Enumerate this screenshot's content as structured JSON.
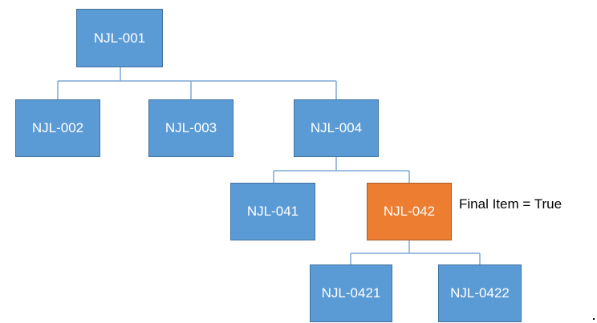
{
  "diagram": {
    "type": "tree",
    "colors": {
      "node_fill": "#5b9bd5",
      "node_border": "#41719c",
      "highlight_fill": "#ed7d31",
      "highlight_border": "#ae5a21",
      "connector": "#7fa9d6",
      "node_text": "#ffffff"
    },
    "nodes": [
      {
        "id": "n001",
        "label": "NJL-001",
        "parent": null,
        "highlighted": false
      },
      {
        "id": "n002",
        "label": "NJL-002",
        "parent": "n001",
        "highlighted": false
      },
      {
        "id": "n003",
        "label": "NJL-003",
        "parent": "n001",
        "highlighted": false
      },
      {
        "id": "n004",
        "label": "NJL-004",
        "parent": "n001",
        "highlighted": false
      },
      {
        "id": "n041",
        "label": "NJL-041",
        "parent": "n004",
        "highlighted": false
      },
      {
        "id": "n042",
        "label": "NJL-042",
        "parent": "n004",
        "highlighted": true
      },
      {
        "id": "n0421",
        "label": "NJL-0421",
        "parent": "n042",
        "highlighted": false
      },
      {
        "id": "n0422",
        "label": "NJL-0422",
        "parent": "n042",
        "highlighted": false
      }
    ],
    "annotation": {
      "text": "Final Item = True",
      "target": "n042"
    }
  }
}
